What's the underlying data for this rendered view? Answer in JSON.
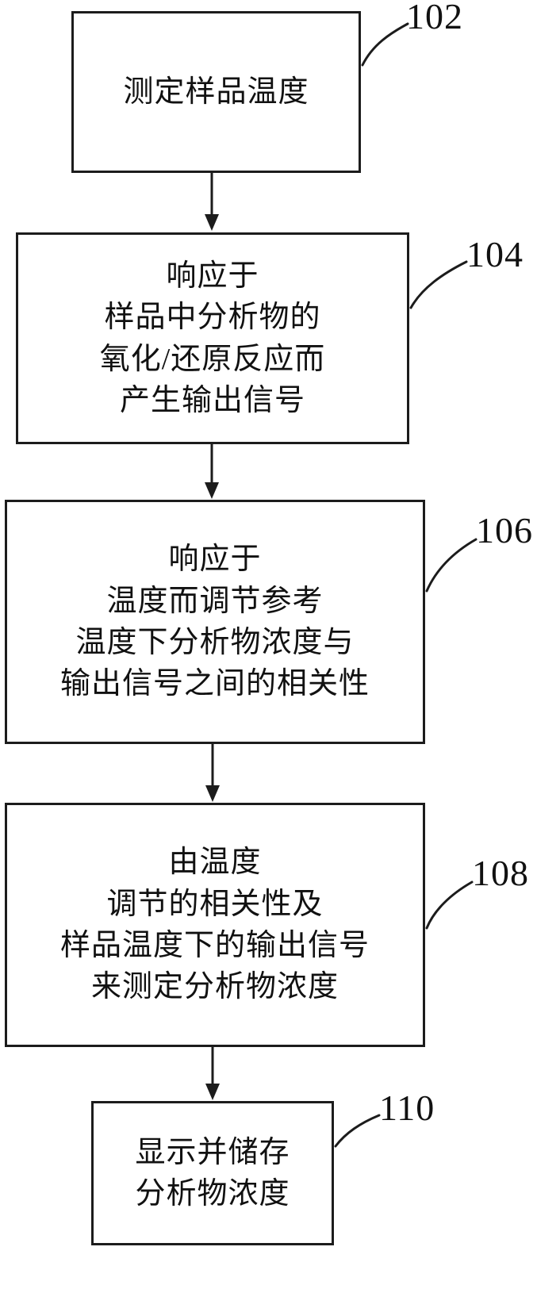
{
  "diagram": {
    "title": "analyte-measurement-flowchart",
    "line_color": "#1c1c1c",
    "background_color": "#ffffff",
    "boxes": [
      {
        "id": "102",
        "label": "测定样品温度"
      },
      {
        "id": "104",
        "label": "响应于\n样品中分析物的\n氧化/还原反应而\n产生输出信号"
      },
      {
        "id": "106",
        "label": "响应于\n温度而调节参考\n温度下分析物浓度与\n输出信号之间的相关性"
      },
      {
        "id": "108",
        "label": "由温度\n调节的相关性及\n样品温度下的输出信号\n来测定分析物浓度"
      },
      {
        "id": "110",
        "label": "显示并储存\n分析物浓度"
      }
    ]
  }
}
